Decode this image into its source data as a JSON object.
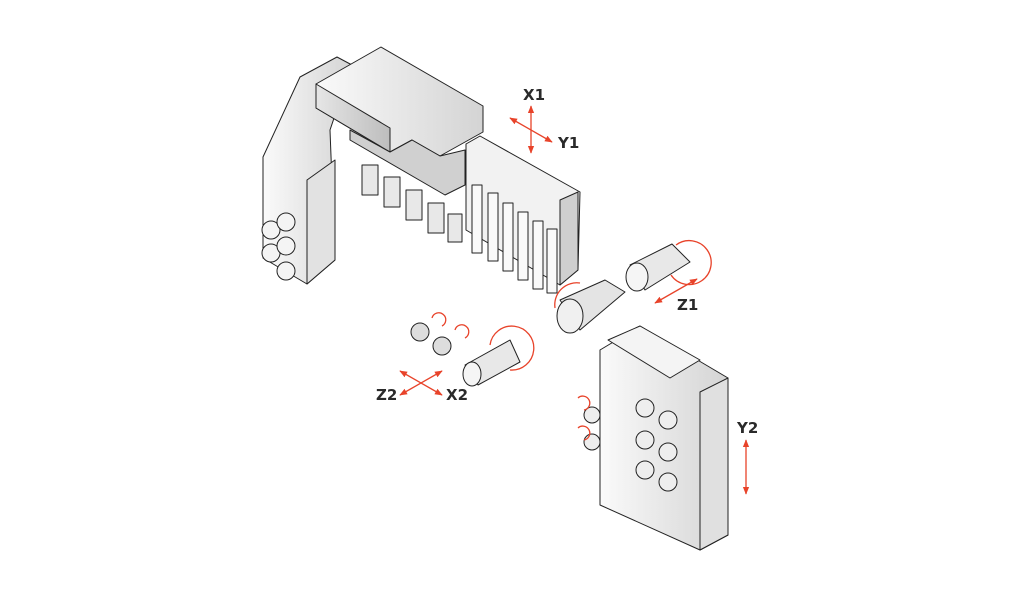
{
  "diagram": {
    "accent_color": "#e8432a",
    "axis_labels": {
      "x1": "X1",
      "y1": "Y1",
      "z1": "Z1",
      "z2": "Z2",
      "x2": "X2",
      "y2": "Y2"
    }
  }
}
